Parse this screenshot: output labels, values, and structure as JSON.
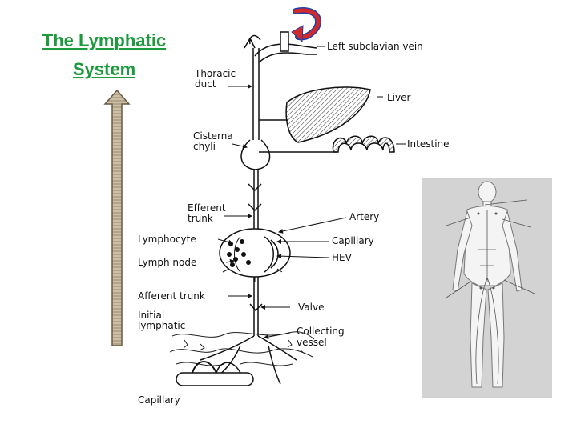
{
  "title": {
    "line1": "The Lymphatic",
    "line2": "System"
  },
  "labels": {
    "left_subclavian_vein": "Left subclavian vein",
    "thoracic_duct": [
      "Thoracic",
      "duct"
    ],
    "liver": "Liver",
    "cisterna_chyli": [
      "Cisterna",
      "chyli"
    ],
    "intestine": "Intestine",
    "efferent_trunk": [
      "Efferent",
      "trunk"
    ],
    "artery": "Artery",
    "lymphocyte": "Lymphocyte",
    "capillary": "Capillary",
    "lymph_node": "Lymph node",
    "hev": "HEV",
    "afferent_trunk": "Afferent trunk",
    "valve": "Valve",
    "initial_lymphatic": [
      "Initial",
      "lymphatic"
    ],
    "collecting_vessel": [
      "Collecting",
      "vessel"
    ],
    "capillary_bottom": "Capillary"
  },
  "colors": {
    "title": "#1d9b3c",
    "return_arrow": "#d12a2a",
    "return_arrow_outline": "#1e3fb0",
    "up_arrow_fill": "#cdbfa6",
    "up_arrow_stroke": "#6b5a44"
  }
}
